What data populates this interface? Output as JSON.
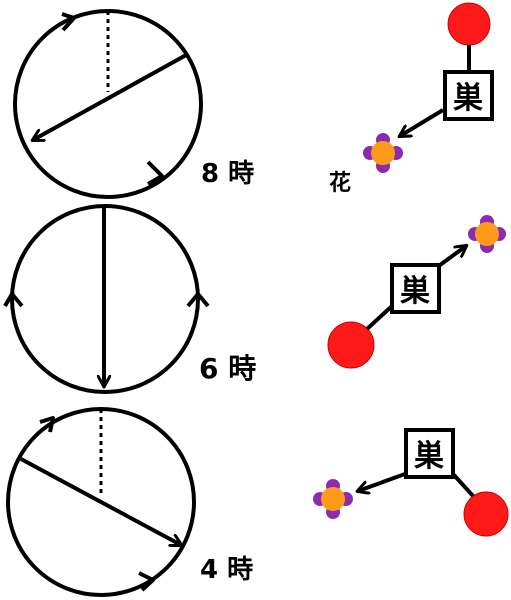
{
  "colors": {
    "stroke": "#000000",
    "sun": "#ff1a1a",
    "flower_center": "#ff9a1a",
    "flower_petal": "#8b2bb0",
    "background": "#ffffff"
  },
  "panels": [
    {
      "id": "8",
      "time_label": "8 時",
      "nest_label": "巣",
      "flower_label": "花"
    },
    {
      "id": "6",
      "time_label": "6 時",
      "nest_label": "巣",
      "flower_label": ""
    },
    {
      "id": "4",
      "time_label": "4 時",
      "nest_label": "巣",
      "flower_label": ""
    }
  ],
  "icons": [
    "sun-icon",
    "flower-icon",
    "nest-box",
    "direction-arrow",
    "rotation-arrow"
  ]
}
